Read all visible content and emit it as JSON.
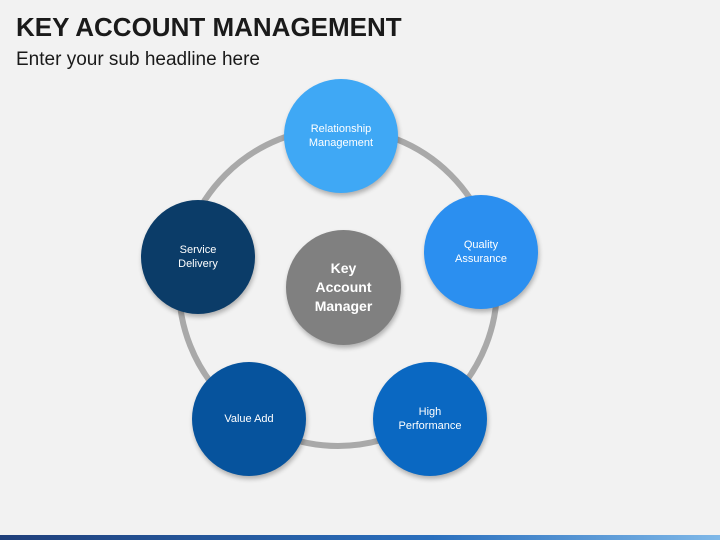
{
  "header": {
    "title": "KEY ACCOUNT MANAGEMENT",
    "subtitle": "Enter your sub headline here"
  },
  "diagram": {
    "center": {
      "label": "Key\nAccount\nManager",
      "color": "#808080"
    },
    "nodes": [
      {
        "label": "Relationship\nManagement",
        "color": "#3fa8f5"
      },
      {
        "label": "Quality\nAssurance",
        "color": "#2b8ff0"
      },
      {
        "label": "High\nPerformance",
        "color": "#0a68c2"
      },
      {
        "label": "Value Add",
        "color": "#06539d"
      },
      {
        "label": "Service\nDelivery",
        "color": "#0b3c68"
      }
    ],
    "ring_color": "#a9a9a9"
  }
}
